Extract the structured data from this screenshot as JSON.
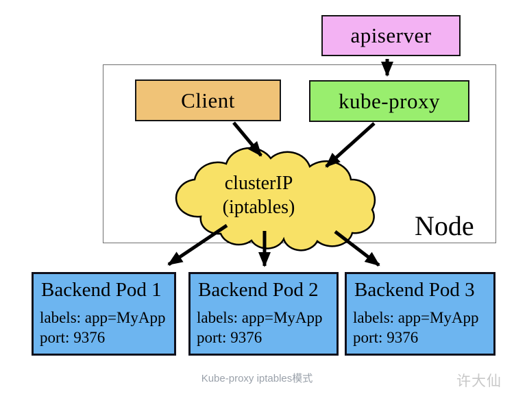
{
  "diagram": {
    "apiserver_label": "apiserver",
    "client_label": "Client",
    "kube_proxy_label": "kube-proxy",
    "cloud": {
      "line1": "clusterIP",
      "line2": "(iptables)"
    },
    "node_label": "Node",
    "pods": [
      {
        "title": "Backend Pod 1",
        "labels": "labels: app=MyApp",
        "port": "port: 9376"
      },
      {
        "title": "Backend Pod 2",
        "labels": "labels: app=MyApp",
        "port": "port: 9376"
      },
      {
        "title": "Backend Pod 3",
        "labels": "labels: app=MyApp",
        "port": "port: 9376"
      }
    ],
    "caption": "Kube-proxy iptables模式",
    "watermark": "许大仙"
  },
  "colors": {
    "apiserver_fill": "#f3b2f3",
    "client_fill": "#f0c377",
    "kube_proxy_fill": "#99ee6e",
    "cloud_fill": "#f8e166",
    "pod_fill": "#6db5f0",
    "arrow": "#000000",
    "node_border": "#6e6e6e",
    "caption_text": "#9aa1aa",
    "watermark_text": "#c8c8c8"
  }
}
